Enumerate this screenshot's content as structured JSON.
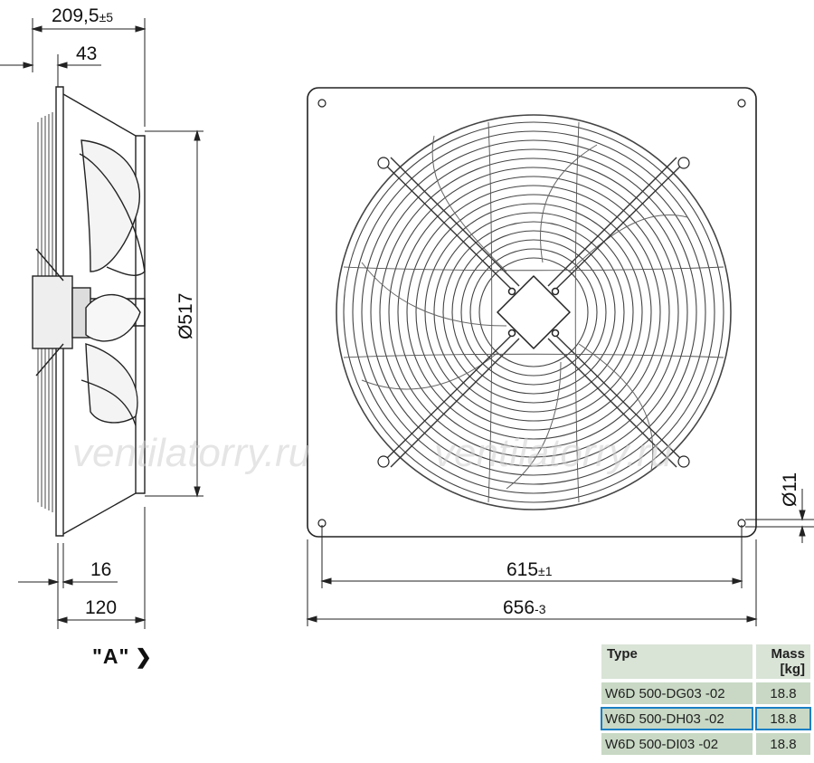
{
  "dimensions": {
    "overall_depth": "209,5",
    "overall_depth_tol": "±5",
    "motor_offset": "43",
    "diameter": "Ø517",
    "flange": "16",
    "depth": "120",
    "hole_spacing": "615",
    "hole_spacing_tol": "±1",
    "frame_width": "656",
    "frame_width_tol": "-3",
    "hole_diameter": "Ø11"
  },
  "view_label": "\"A\"",
  "watermark": "ventilatorry.ru",
  "table": {
    "header_type": "Type",
    "header_mass_line1": "Mass",
    "header_mass_line2": "[kg]",
    "rows": [
      {
        "type": "W6D 500-DG03  -02",
        "mass": "18.8",
        "selected": false
      },
      {
        "type": "W6D 500-DH03  -02",
        "mass": "18.8",
        "selected": true
      },
      {
        "type": "W6D 500-DI03  -02",
        "mass": "18.8",
        "selected": false
      }
    ],
    "highlight_color": "#1a7fc4",
    "cell_color": "#c8d8c4"
  }
}
